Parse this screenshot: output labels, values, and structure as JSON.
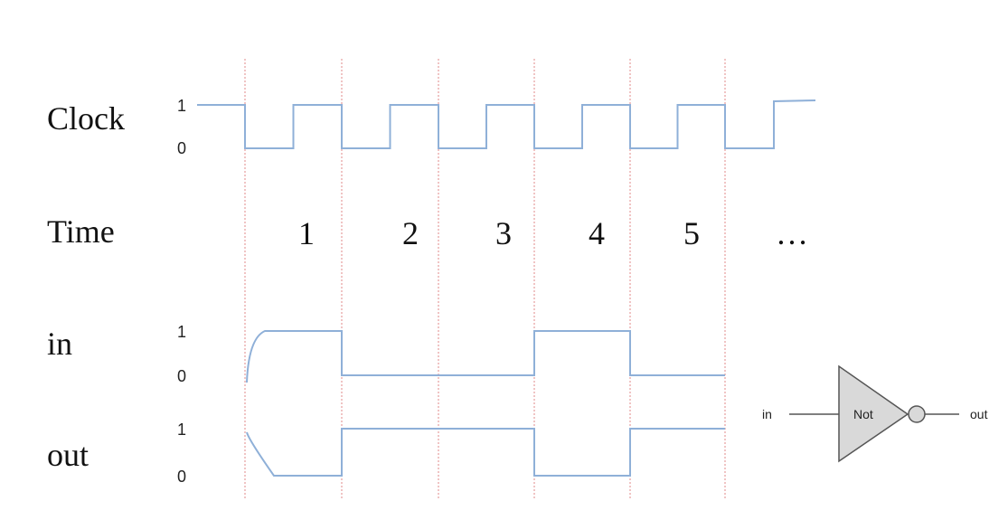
{
  "signals": {
    "clock": {
      "label": "Clock",
      "high_label": "1",
      "low_label": "0"
    },
    "time": {
      "label": "Time",
      "steps": [
        "1",
        "2",
        "3",
        "4",
        "5",
        "…"
      ]
    },
    "in": {
      "label": "in",
      "high_label": "1",
      "low_label": "0",
      "values": [
        1,
        0,
        0,
        1,
        0
      ]
    },
    "out": {
      "label": "out",
      "high_label": "1",
      "low_label": "0",
      "values": [
        0,
        1,
        1,
        0,
        1
      ]
    }
  },
  "gate": {
    "name": "Not",
    "input_label": "in",
    "output_label": "out"
  },
  "colors": {
    "wave": "#8fb0d8",
    "grid": "#e08a8a",
    "gate_fill": "#d9d9d9"
  }
}
